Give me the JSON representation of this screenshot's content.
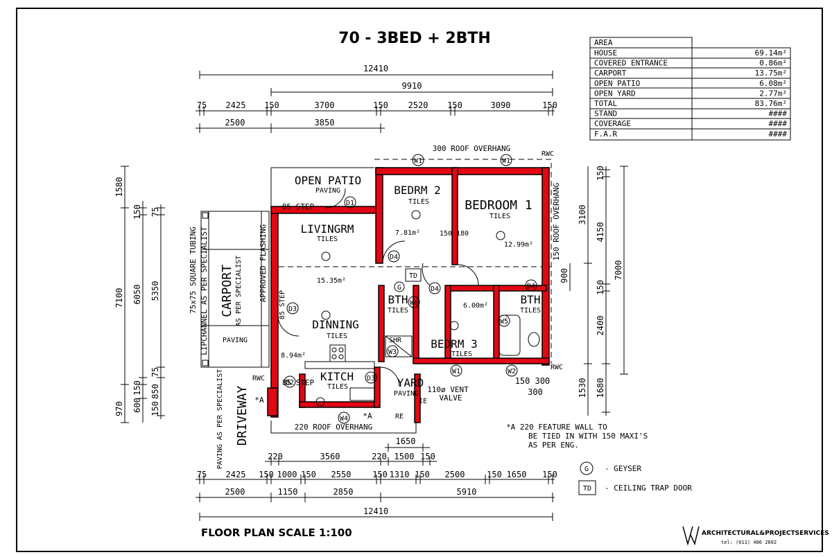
{
  "sheet": {
    "title": "70 - 3BED + 2BTH",
    "scale_label": "FLOOR PLAN  SCALE 1:100",
    "logo": {
      "brand": "ARCHITECTURAL&PROJECTSERVICES",
      "tel": "tel: (011) 486 2602"
    }
  },
  "area_table": {
    "header": "AREA",
    "rows": [
      {
        "label": "HOUSE",
        "value": "69.14m²"
      },
      {
        "label": "COVERED ENTRANCE",
        "value": "0.86m²"
      },
      {
        "label": "CARPORT",
        "value": "13.75m²"
      },
      {
        "label": "OPEN PATIO",
        "value": "6.08m²"
      },
      {
        "label": "OPEN YARD",
        "value": "2.77m²"
      },
      {
        "label": "TOTAL",
        "value": "83.76m²"
      },
      {
        "label": "STAND",
        "value": "####"
      },
      {
        "label": "COVERAGE",
        "value": "####"
      },
      {
        "label": "F.A.R",
        "value": "####"
      }
    ]
  },
  "dimensions": {
    "top_overall": "12410",
    "top_second": "9910",
    "top_row": [
      "75",
      "2425",
      "150",
      "3700",
      "150",
      "2520",
      "150",
      "3090",
      "150"
    ],
    "top_row2": [
      "2500",
      "3850"
    ],
    "bottom_row1": [
      "220",
      "3560",
      "220",
      "1500",
      "150"
    ],
    "bottom_1650": "1650",
    "bottom_row2": [
      "75",
      "2425",
      "150",
      "1000",
      "150",
      "2550",
      "150",
      "1310",
      "150",
      "2500",
      "150",
      "1650",
      "150"
    ],
    "bottom_row3": [
      "2500",
      "1150",
      "2850",
      "5910"
    ],
    "bottom_overall": "12410",
    "left_outer": [
      "1580",
      "7100",
      "970"
    ],
    "left_mid": [
      "150",
      "6050",
      "150",
      "600"
    ],
    "left_inner": [
      "75",
      "5350",
      "75",
      "850",
      "150"
    ],
    "right_outer": "7000",
    "right_mid": [
      "3100",
      "4150",
      "900",
      "2400",
      "150",
      "1530",
      "1680",
      "150"
    ],
    "right_misc": [
      "150 300",
      "300"
    ],
    "living_bed": "150 180"
  },
  "rooms": {
    "open_patio": {
      "name": "OPEN PATIO",
      "finish": "PAVING"
    },
    "bedroom2": {
      "name": "BEDRM 2",
      "finish": "TILES",
      "area": "7.81m²"
    },
    "bedroom1": {
      "name": "BEDROOM 1",
      "finish": "TILES",
      "area": "12.99m²"
    },
    "living": {
      "name": "LIVINGRM",
      "finish": "TILES",
      "area": "15.35m²"
    },
    "dinning": {
      "name": "DINNING",
      "finish": "TILES",
      "area": "8.94m²"
    },
    "bath1": {
      "name": "BTH",
      "finish": "TILES"
    },
    "bath2": {
      "name": "BTH",
      "finish": "TILES"
    },
    "bedroom3": {
      "name": "BEDRM 3",
      "finish": "TILES",
      "area": "6.00m²"
    },
    "kitchen": {
      "name": "KITCH",
      "finish": "TILES"
    },
    "yard": {
      "name": "YARD",
      "finish": "PAVING"
    },
    "carport": {
      "name": "CARPORT",
      "finish": "AS PER SPECIALIST"
    },
    "driveway": {
      "name": "DRIVEWAY",
      "finish": "PAVING AS PER SPECIALIST"
    }
  },
  "labels": {
    "roof_top": "300 ROOF OVERHANG",
    "roof_bottom": "220 ROOF OVERHANG",
    "roof_right": "150 ROOF OVERHANG",
    "rwc": "RWC",
    "step_top": "85 STEP",
    "step_bottom": "85 STEP",
    "step_side": "85 STEP",
    "tubing": "75x75 SQUARE TUBING",
    "lipchannel": "LIPCHANNEL AS PER SPECIALIST",
    "flashing": "APPROVED FLASHING",
    "carport_paving": "PAVING",
    "vent": "110ø VENT",
    "vent2": "VALVE",
    "shr": "SHR",
    "geyser_mark": "G",
    "td_mark": "TD",
    "feature_mark": "*A",
    "re": "RE",
    "ie": "IE"
  },
  "openings": {
    "windows": [
      "W1",
      "W1",
      "W1",
      "W2",
      "W3",
      "W4",
      "W5",
      "W6"
    ],
    "doors": [
      "D1",
      "D2",
      "D3",
      "D4"
    ]
  },
  "notes": {
    "feature": [
      "*A  220 FEATURE WALL TO",
      "BE TIED IN WITH 150 MAXI'S",
      "AS PER ENG."
    ]
  },
  "legend": [
    {
      "symbol": "G",
      "text": "- GEYSER"
    },
    {
      "symbol": "TD",
      "text": "- CEILING TRAP DOOR"
    }
  ]
}
